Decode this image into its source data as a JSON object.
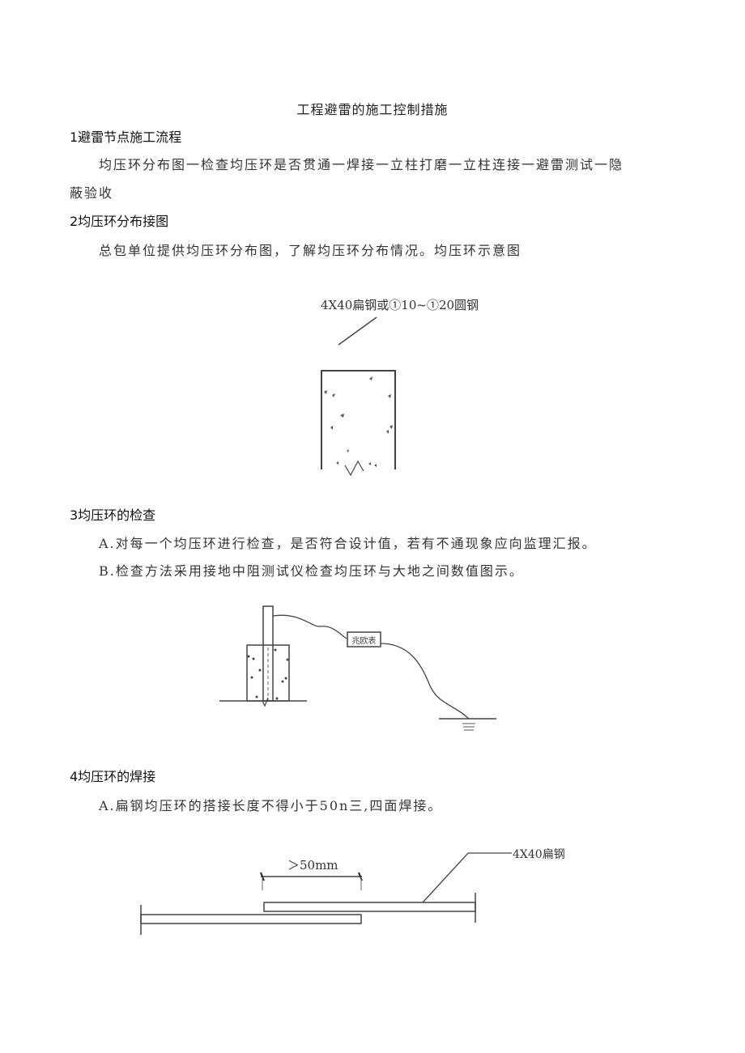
{
  "document": {
    "title": "工程避雷的施工控制措施",
    "sections": [
      {
        "heading": "1避雷节点施工流程",
        "paragraphs": [
          "均压环分布图一检查均压环是否贯通一焊接一立柱打磨一立柱连接一避雷测试一隐",
          "蔽验收"
        ]
      },
      {
        "heading": "2均压环分布接图",
        "paragraphs": [
          "总包单位提供均压环分布图，了解均压环分布情况。均压环示意图"
        ],
        "figure": {
          "label": "4X40扁钢或①10~①20圆钢"
        }
      },
      {
        "heading": "3均压环的检查",
        "paragraphs": [
          "A.对每一个均压环进行检查，是否符合设计值，若有不通现象应向监理汇报。",
          "B.检查方法采用接地中阻测试仪检查均压环与大地之间数值图示。"
        ],
        "figure": {
          "meter_label": "兆欧表"
        }
      },
      {
        "heading": "4均压环的焊接",
        "paragraphs": [
          "A.扁钢均压环的搭接长度不得小于50n三,四面焊接。"
        ],
        "figure": {
          "dimension_label": "＞50mm",
          "callout_label": "4X40扁钢"
        }
      }
    ]
  }
}
